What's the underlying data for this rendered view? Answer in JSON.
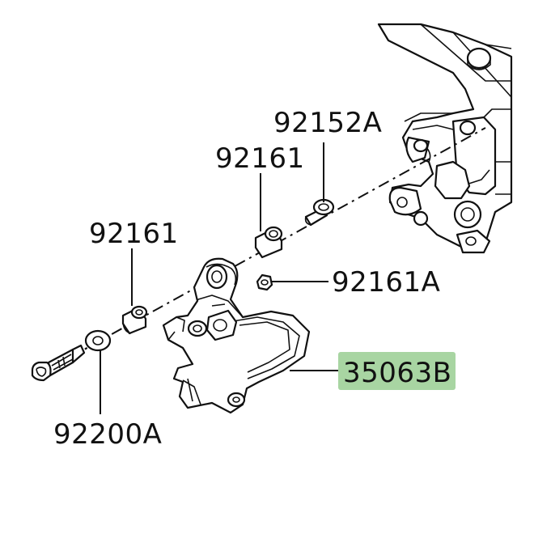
{
  "parts": {
    "label_92152A": "92152A",
    "label_92161_upper": "92161",
    "label_92161_lower": "92161",
    "label_92161A": "92161A",
    "label_35063B": "35063B",
    "label_92200A": "92200A"
  },
  "colors": {
    "highlight": "#a8d5a2",
    "line": "#111111",
    "background": "#ffffff"
  }
}
